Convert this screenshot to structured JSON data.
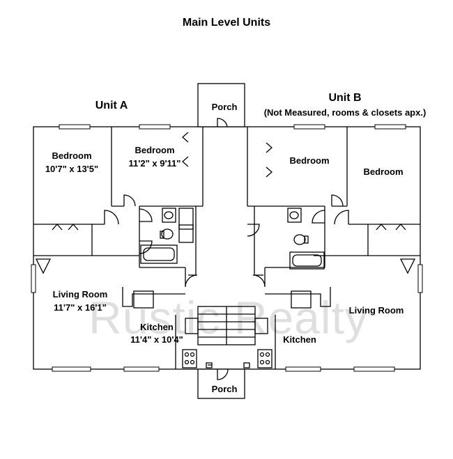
{
  "title": "Main Level Units",
  "unit_a": {
    "name": "Unit A",
    "rooms": {
      "bedroom1": {
        "label": "Bedroom",
        "dims": "10'7\" x 13'5\""
      },
      "bedroom2": {
        "label": "Bedroom",
        "dims": "11'2\" x 9'11\""
      },
      "living": {
        "label": "Living Room",
        "dims": "11'7\" x 16'1\""
      },
      "kitchen": {
        "label": "Kitchen",
        "dims": "11'4\" x 10'4\""
      }
    }
  },
  "unit_b": {
    "name": "Unit B",
    "note": "(Not Measured, rooms & closets apx.)",
    "rooms": {
      "bedroom1": {
        "label": "Bedroom"
      },
      "bedroom2": {
        "label": "Bedroom"
      },
      "living": {
        "label": "Living Room"
      },
      "kitchen": {
        "label": "Kitchen"
      }
    }
  },
  "porch_top": "Porch",
  "porch_bottom": "Porch",
  "watermark": "Rustic Realty"
}
